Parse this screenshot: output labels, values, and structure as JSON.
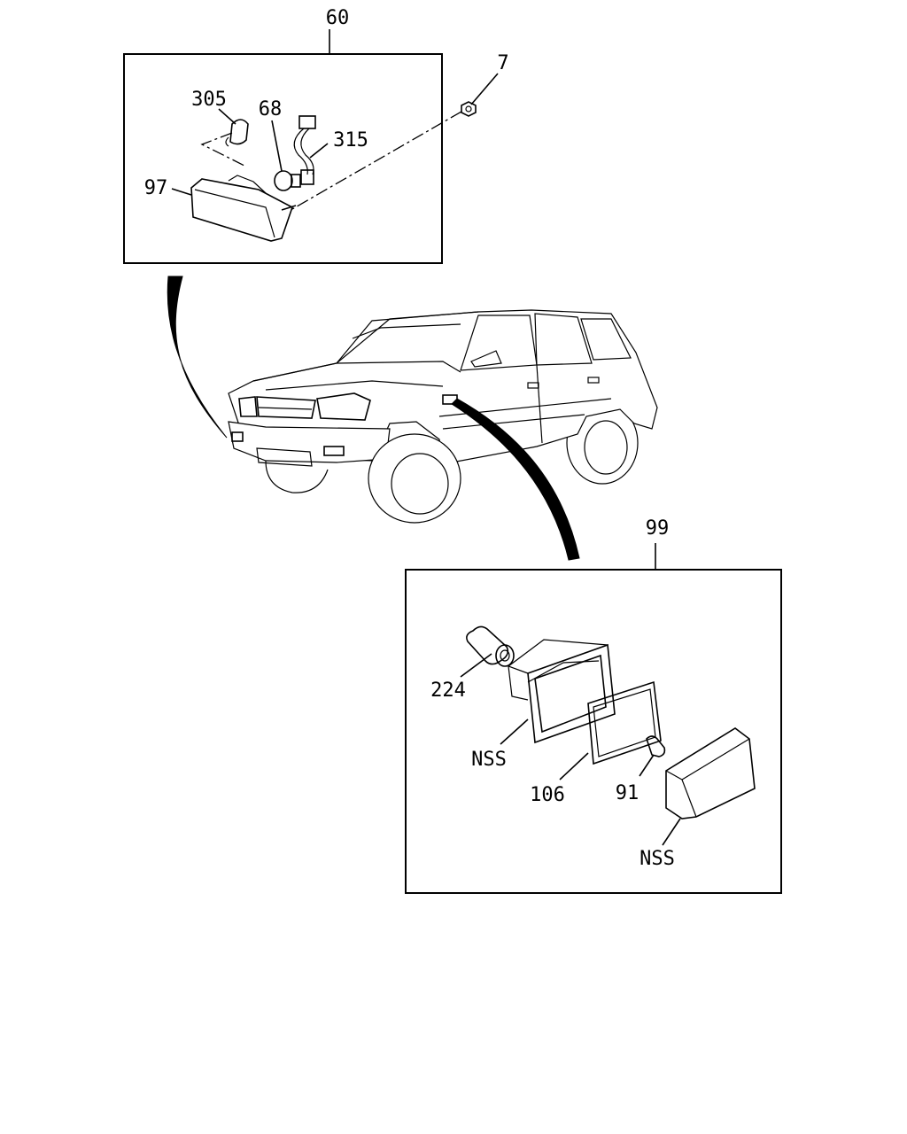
{
  "callouts": {
    "fog_lamp_assembly": "60",
    "nut": "7",
    "bulb_socket": "305",
    "bulb": "68",
    "harness": "315",
    "fog_lamp_body": "97",
    "side_marker_assembly": "99",
    "side_bulb": "224",
    "housing_nss": "NSS",
    "gasket": "106",
    "marker_bulb": "91",
    "lens_nss": "NSS"
  }
}
